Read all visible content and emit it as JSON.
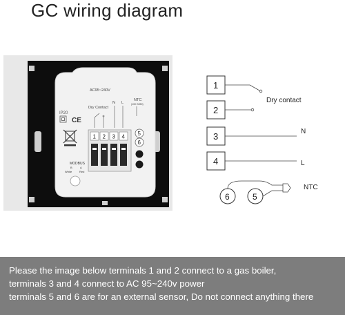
{
  "title": "GC wiring diagram",
  "device": {
    "ip_rating": "IP20",
    "ce_mark": "CE",
    "dry_contact": "Dry Contact",
    "voltage": "AC95~240V",
    "n_label": "N",
    "l_label": "L",
    "ntc_label": "NTC",
    "ntc_sub": "(10K B950)",
    "terminals": [
      "1",
      "2",
      "3",
      "4"
    ],
    "sensor_terminals": [
      "5",
      "6"
    ],
    "modbus": "MODBUS",
    "modbus_b": "B",
    "modbus_a": "A",
    "modbus_white": "White",
    "modbus_red": "Red"
  },
  "diagram": {
    "terminals": [
      "1",
      "2",
      "3",
      "4"
    ],
    "dry_contact": "Dry contact",
    "n_label": "N",
    "l_label": "L",
    "sensor_terminals": [
      "6",
      "5"
    ],
    "ntc_label": "NTC"
  },
  "caption": {
    "line1": "Please the image below terminals 1 and 2 connect to a  gas boiler,",
    "line2": "terminals 3 and 4 connect to AC 95~240v power",
    "line3": "terminals 5 and 6 are for an external sensor, Do not connect anything there"
  },
  "colors": {
    "panel": "#0d0d0d",
    "caption_bg": "#7d7d7d",
    "device_body": "#f2f2f2"
  }
}
